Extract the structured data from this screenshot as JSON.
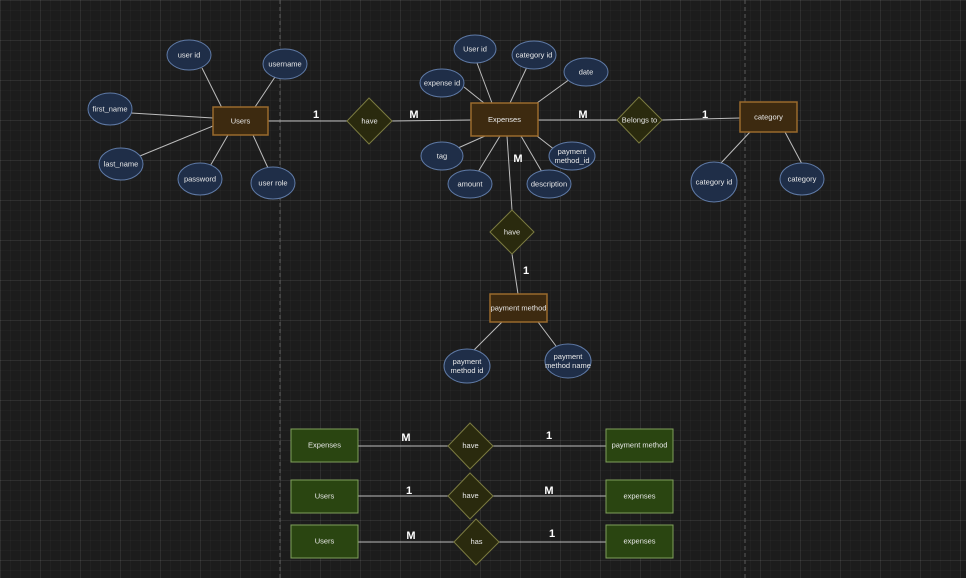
{
  "entities": {
    "users": "Users",
    "expenses": "Expenses",
    "category": "category",
    "payment_method": "payment method"
  },
  "relationships": {
    "users_expenses": "have",
    "expenses_category": "Belongs to",
    "expenses_payment": "have"
  },
  "attributes": {
    "users_user_id": "user id",
    "users_username": "username",
    "users_first_name": "first_name",
    "users_last_name": "last_name",
    "users_password": "password",
    "users_user_role": "user role",
    "expenses_user_id": "User id",
    "expenses_category_id": "category id",
    "expenses_date": "date",
    "expenses_expense_id": "expense id",
    "expenses_tag": "tag",
    "expenses_amount": "amount",
    "expenses_description": "description",
    "expenses_payment_method_id": [
      "payment",
      "method_id"
    ],
    "category_category_id": "category id",
    "category_category": "category",
    "payment_method_id": [
      "payment",
      "method id"
    ],
    "payment_method_name": [
      "payment",
      "method name"
    ]
  },
  "cardinalities": {
    "users_side": "1",
    "expenses_side_users": "M",
    "expenses_side_category": "M",
    "category_side": "1",
    "expenses_side_payment": "M",
    "payment_side": "1"
  },
  "summary_rows": [
    {
      "left": "Expenses",
      "left_card": "M",
      "relation": "have",
      "right_card": "1",
      "right": "payment method"
    },
    {
      "left": "Users",
      "left_card": "1",
      "relation": "have",
      "right_card": "M",
      "right": "expenses"
    },
    {
      "left": "Users",
      "left_card": "M",
      "relation": "has",
      "right_card": "1",
      "right": "expenses"
    }
  ],
  "colors": {
    "entity_fill": "#3d2a10",
    "entity_stroke": "#9a6a2c",
    "relationship_fill": "#2a2a0e",
    "relationship_stroke": "#7a7a40",
    "attribute_fill": "#1f2e48",
    "attribute_stroke": "#5f7aa6",
    "summary_fill": "#2a4511",
    "summary_stroke": "#7fa05a"
  }
}
